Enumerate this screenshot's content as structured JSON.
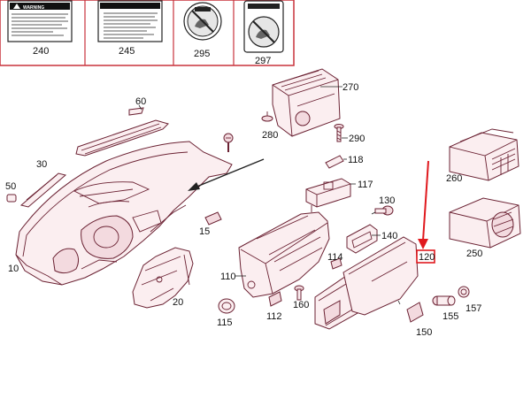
{
  "warning_panel": {
    "frame_color": "#c8323c",
    "cards": [
      {
        "id": "240",
        "label": "240",
        "heading": "WARNING",
        "kind": "text-label"
      },
      {
        "id": "245",
        "label": "245",
        "heading": "",
        "kind": "text-label"
      },
      {
        "id": "295",
        "label": "295",
        "heading": "",
        "kind": "no-symbol"
      },
      {
        "id": "297",
        "label": "297",
        "heading": "",
        "kind": "no-symbol"
      }
    ]
  },
  "callouts": {
    "c10": "10",
    "c15": "15",
    "c20": "20",
    "c30": "30",
    "c50": "50",
    "c60": "60",
    "c110": "110",
    "c112": "112",
    "c114": "114",
    "c115": "115",
    "c117": "117",
    "c118": "118",
    "c120": "120",
    "c130": "130",
    "c140": "140",
    "c150": "150",
    "c155": "155",
    "c157": "157",
    "c160": "160",
    "c250": "250",
    "c260": "260",
    "c270": "270",
    "c280": "280",
    "c290": "290"
  },
  "highlight": {
    "target": "120",
    "color": "#e0191e"
  },
  "colors": {
    "part_outline": "#6b2233",
    "part_fill": "#fbeef0"
  }
}
